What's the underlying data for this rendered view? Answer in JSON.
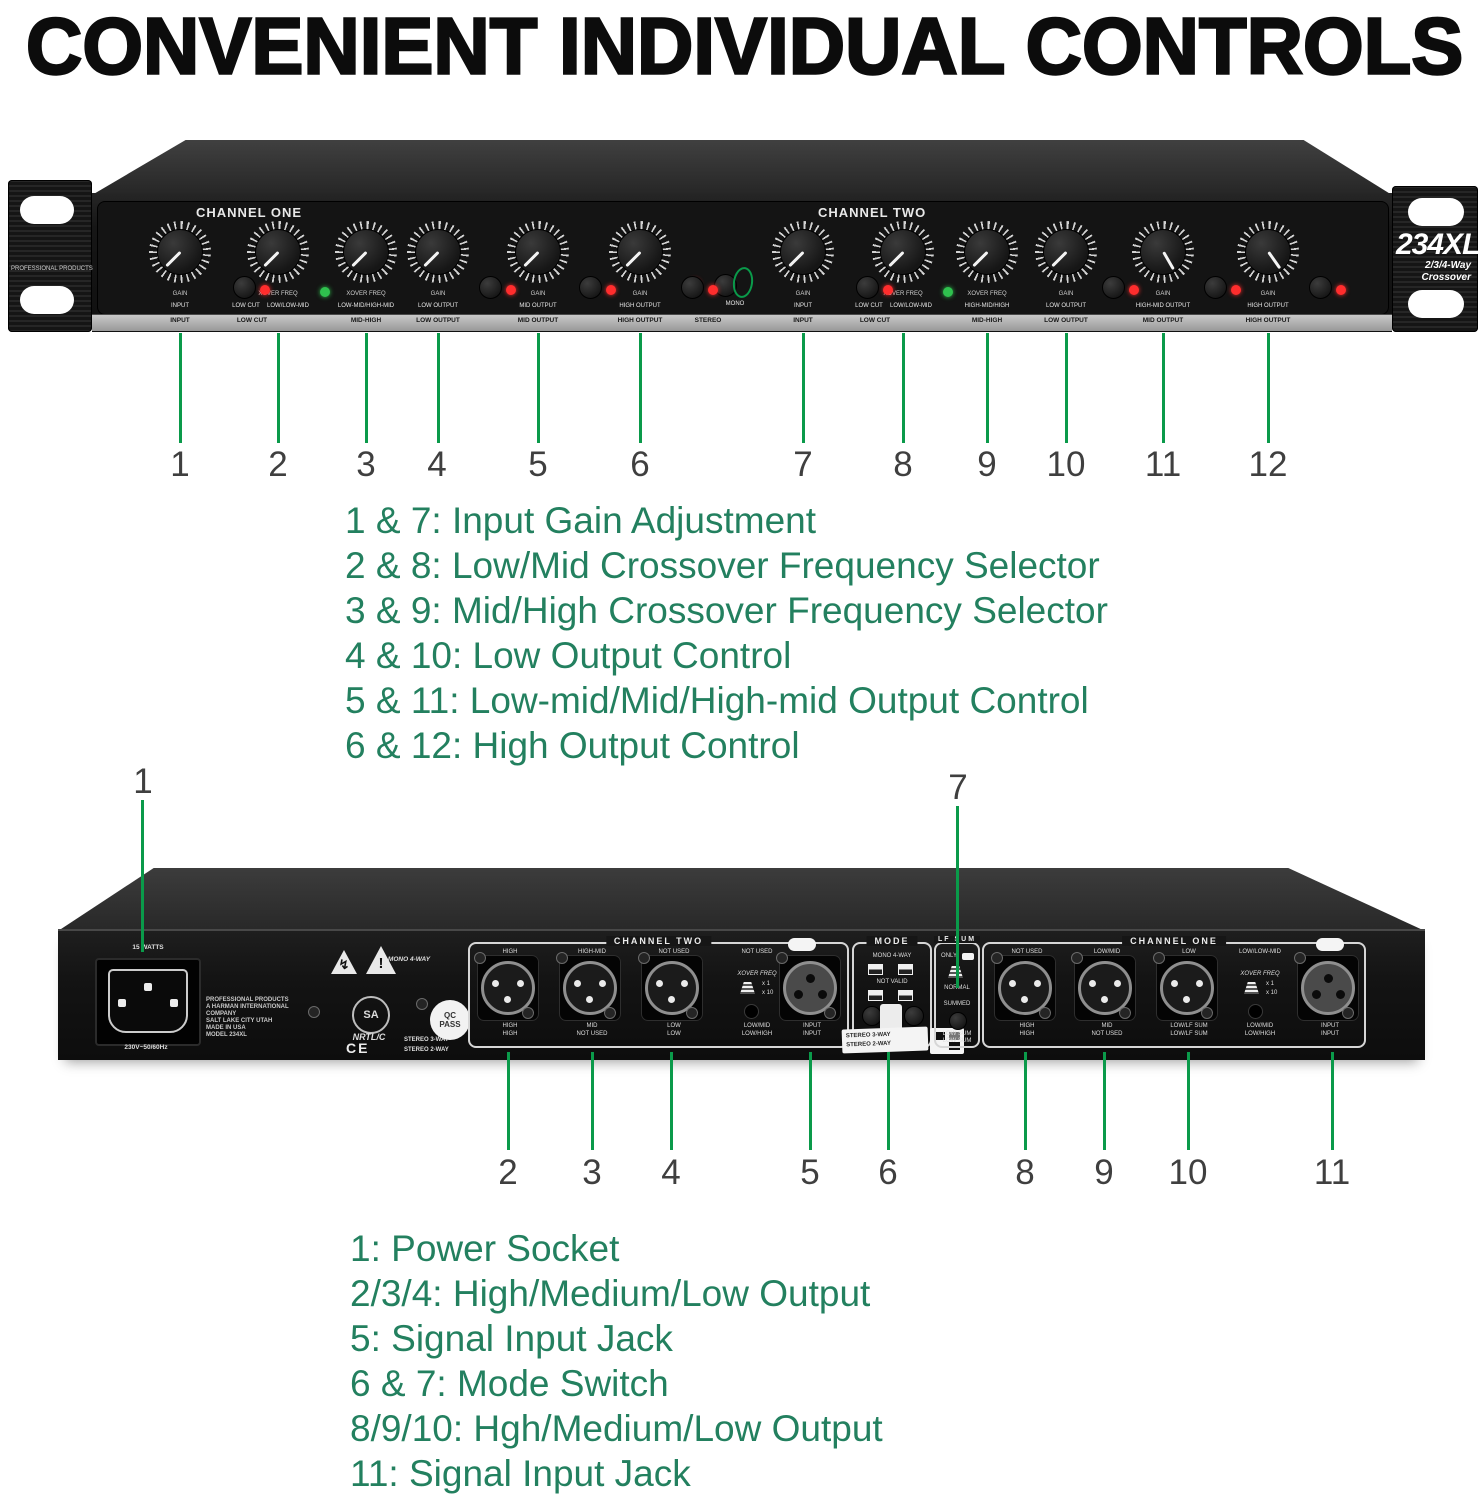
{
  "title": "CONVENIENT INDIVIDUAL CONTROLS",
  "colors": {
    "callout_green": "#0a9a4a",
    "note_teal": "#23805f",
    "led_red": "#ff2d2d",
    "led_green": "#2fc14e"
  },
  "front_panel": {
    "channel_one": "CHANNEL ONE",
    "channel_two": "CHANNEL TWO",
    "model": "234XL",
    "model_sub1": "2/3/4-Way",
    "model_sub2": "Crossover",
    "ear_text": "PROFESSIONAL PRODUCTS",
    "mono": "MONO",
    "stereo": "STEREO",
    "knob_subs": [
      "GAIN",
      "XOVER FREQ",
      "XOVER FREQ",
      "GAIN",
      "GAIN",
      "GAIN",
      "GAIN",
      "XOVER FREQ",
      "XOVER FREQ",
      "GAIN",
      "GAIN",
      "GAIN"
    ],
    "white_ch1": [
      "INPUT",
      "LOW CUT",
      "LOW/LOW-MID",
      "LOW-MID/HIGH-MID",
      "LOW OUTPUT",
      "MID OUTPUT",
      "HIGH OUTPUT"
    ],
    "white_ch2": [
      "INPUT",
      "LOW CUT",
      "LOW/LOW-MID",
      "HIGH-MID/HIGH",
      "LOW OUTPUT",
      "HIGH-MID OUTPUT",
      "HIGH OUTPUT"
    ],
    "strip_ch1": [
      "INPUT",
      "LOW CUT",
      "MID-HIGH",
      "LOW OUTPUT",
      "MID OUTPUT",
      "HIGH OUTPUT"
    ],
    "strip_ch2": [
      "INPUT",
      "LOW CUT",
      "MID-HIGH",
      "LOW OUTPUT",
      "MID OUTPUT",
      "HIGH OUTPUT"
    ]
  },
  "front_callouts": [
    "1",
    "2",
    "3",
    "4",
    "5",
    "6",
    "7",
    "8",
    "9",
    "10",
    "11",
    "12"
  ],
  "front_notes": [
    "1 & 7: Input Gain Adjustment",
    "2 & 8: Low/Mid Crossover Frequency Selector",
    "3 & 9: Mid/High Crossover Frequency Selector",
    "4 & 10: Low Output Control",
    "5 & 11: Low-mid/Mid/High-mid Output Control",
    "6 & 12: High Output Control"
  ],
  "back_callout_1": "1",
  "back_callout_7": "7",
  "back_callouts": [
    "2",
    "3",
    "4",
    "5",
    "6",
    "8",
    "9",
    "10",
    "11"
  ],
  "back_panel": {
    "watts": "15 WATTS",
    "voltage": "230V~50/60Hz",
    "mfr": [
      "PROFESSIONAL PRODUCTS",
      "A HARMAN INTERNATIONAL",
      "COMPANY",
      "SALT LAKE CITY  UTAH",
      "MADE IN USA",
      "MODEL 234XL"
    ],
    "warn1": "↯",
    "warn2": "!",
    "mono_4way": "MONO 4-WAY",
    "csa": "SA",
    "nrtl": "NRTL/C",
    "ce": "CE",
    "stereo_3way": "STEREO 3-WAY",
    "stereo_2way": "STEREO 2-WAY",
    "qc1": "QC",
    "qc2": "PASS",
    "ch2": {
      "title": "CHANNEL TWO",
      "top": [
        "HIGH",
        "HIGH-MID",
        "NOT USED"
      ],
      "not_used": "NOT USED",
      "xover": "XOVER FREQ",
      "x1": "x 1",
      "x10": "x 10",
      "b0a": "HIGH",
      "b0b": "HIGH",
      "b1a": "MID",
      "b1b": "NOT USED",
      "b2a": "LOW",
      "b2b": "LOW",
      "lma": "LOW/MID",
      "lmb": "LOW/HIGH",
      "ina": "INPUT",
      "inb": "INPUT"
    },
    "mode": {
      "title": "MODE",
      "mono": "MONO 4-WAY",
      "notvalid": "NOT VALID",
      "s3": "STEREO 3-WAY",
      "s2": "STEREO 2-WAY"
    },
    "lf": {
      "title": "LF SUM",
      "only": "ONLY",
      "normal": "NORMAL",
      "summed": "SUMMED",
      "low1": "LOW SUM",
      "low2": "LOW SUM"
    },
    "ch1": {
      "title": "CHANNEL ONE",
      "top": [
        "NOT USED",
        "LOW/MID",
        "LOW"
      ],
      "extra": "LOW/LOW-MID",
      "xover": "XOVER FREQ",
      "x1": "x 1",
      "x10": "x 10",
      "b0a": "HIGH",
      "b0b": "HIGH",
      "b1a": "MID",
      "b1b": "NOT USED",
      "b2a": "LOW/LF SUM",
      "b2b": "LOW/LF SUM",
      "lma": "LOW/MID",
      "lmb": "LOW/HIGH",
      "ina": "INPUT",
      "inb": "INPUT"
    }
  },
  "back_notes": [
    "1: Power Socket",
    "2/3/4: High/Medium/Low Output",
    "5: Signal Input Jack",
    "6 & 7: Mode Switch",
    "8/9/10: Hgh/Medium/Low Output",
    "11: Signal Input Jack"
  ]
}
